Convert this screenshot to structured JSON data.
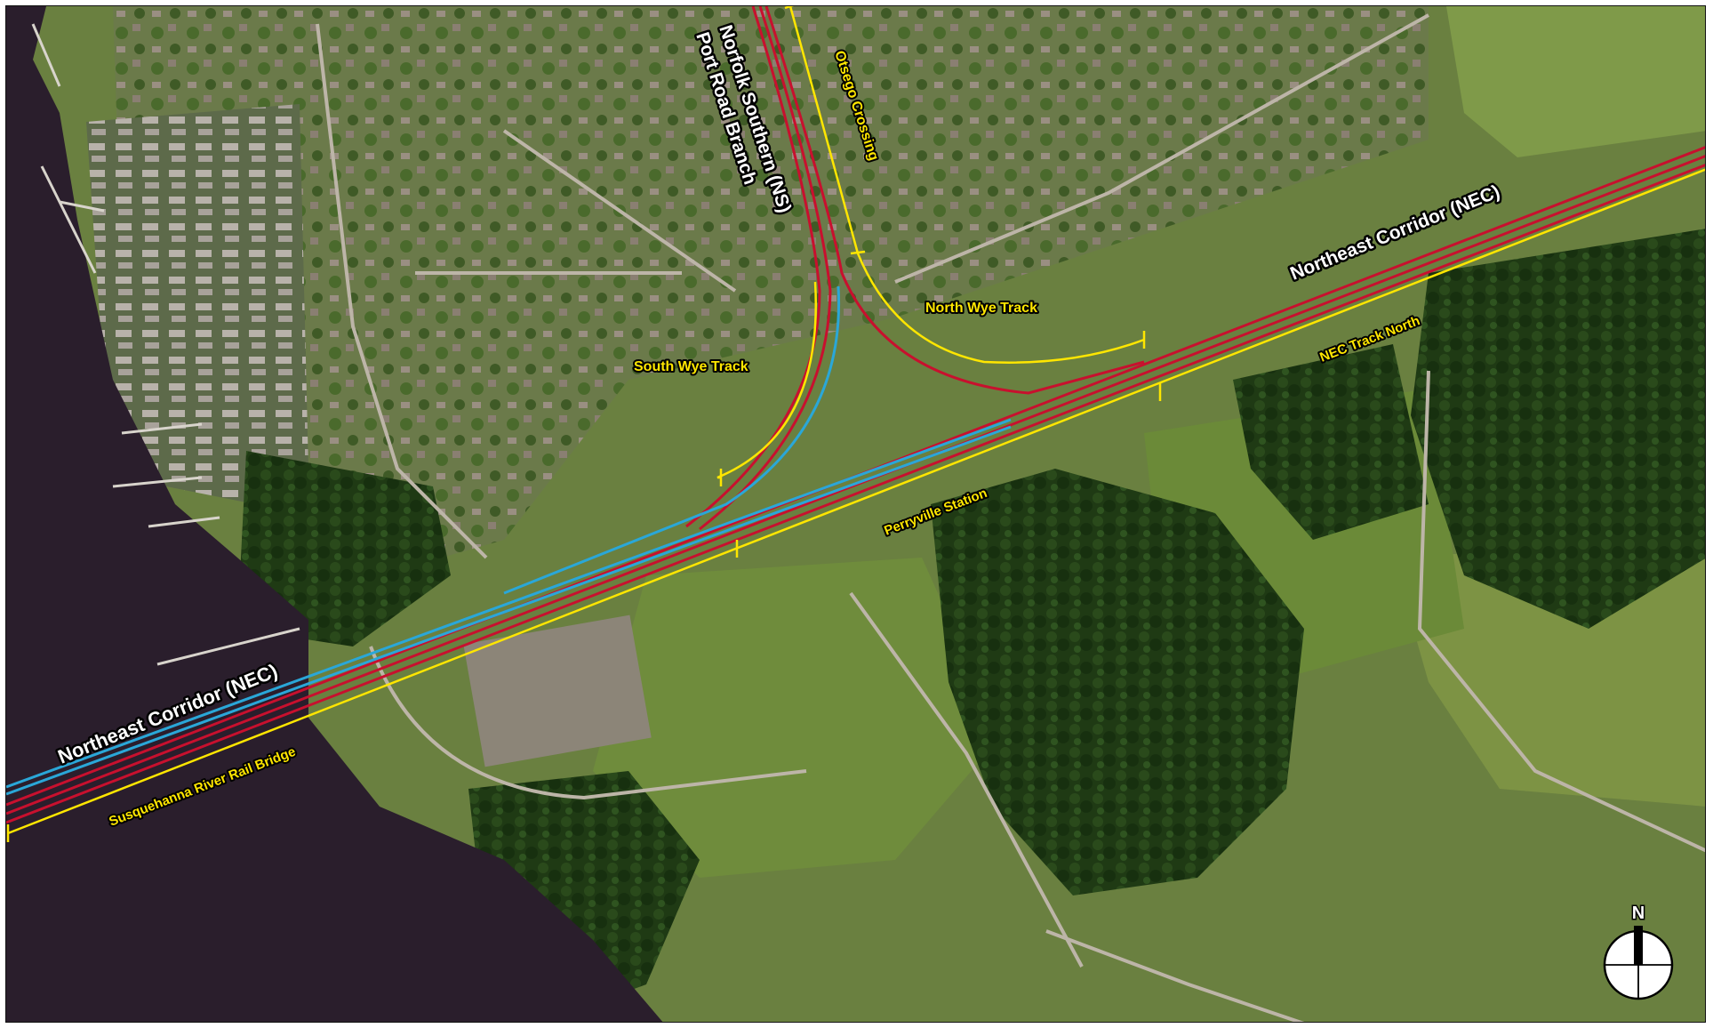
{
  "map": {
    "labels": {
      "nec_west": "Northeast Corridor (NEC)",
      "nec_east": "Northeast Corridor (NEC)",
      "ns_line1": "Norfolk Southern (NS)",
      "ns_line2": "Port Road Branch",
      "otsego": "Otsego Crossing",
      "north_wye": "North Wye Track",
      "south_wye": "South Wye Track",
      "nec_track_north": "NEC Track North",
      "perryville": "Perryville Station",
      "bridge": "Susquehanna River Rail Bridge"
    },
    "north_arrow": {
      "letter": "N",
      "icon": "north-arrow-icon"
    },
    "colors": {
      "track_red": "#c8102e",
      "track_blue": "#2aa7d8",
      "limit_yellow": "#ffe600",
      "water": "#2a1e2c",
      "forest": "#1f3a14",
      "field": "#5d7a37"
    }
  }
}
